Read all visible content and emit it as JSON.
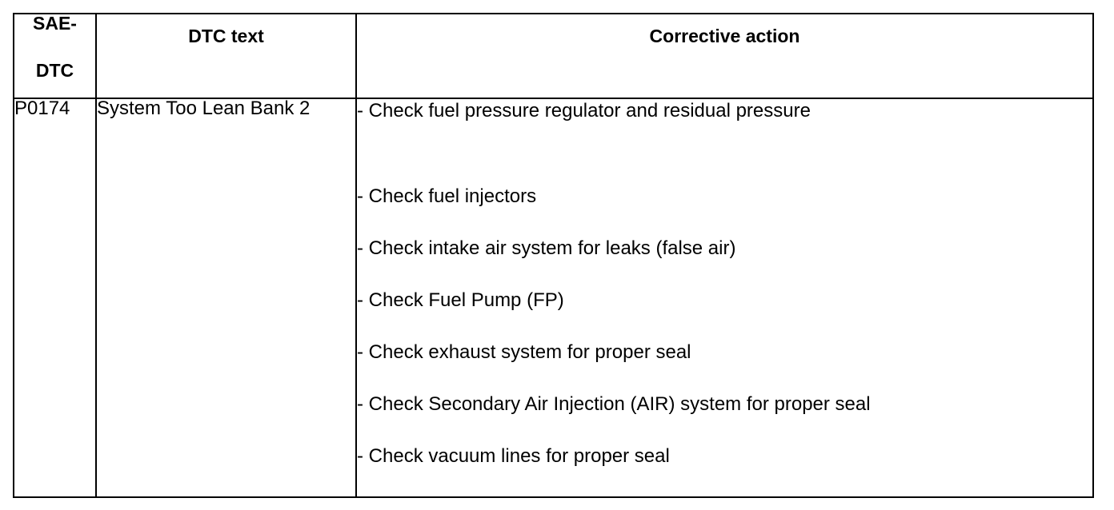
{
  "table": {
    "columns": [
      {
        "key": "sae_dtc",
        "header_lines": [
          "SAE-",
          "DTC"
        ],
        "align": "center"
      },
      {
        "key": "dtc_text",
        "header": "DTC text",
        "align": "center"
      },
      {
        "key": "corrective_action",
        "header": "Corrective action",
        "align": "center"
      }
    ],
    "rows": [
      {
        "sae_dtc": "P0174",
        "dtc_text": "System Too Lean Bank 2",
        "corrective_action": [
          "- Check fuel pressure regulator and residual pressure",
          "- Check fuel injectors",
          "- Check intake air system for leaks (false air)",
          "- Check Fuel Pump (FP)",
          "- Check exhaust system for proper seal",
          "- Check Secondary Air Injection (AIR) system for proper seal",
          "- Check vacuum lines for proper seal"
        ]
      }
    ]
  },
  "colors": {
    "border": "#000000",
    "text": "#000000",
    "background": "#ffffff"
  }
}
